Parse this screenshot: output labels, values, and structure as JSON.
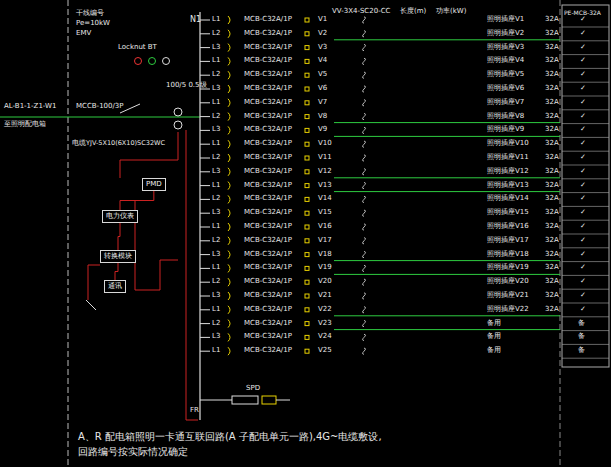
{
  "diagram": {
    "nodes": [
      {
        "text": [
          "PMD"
        ]
      },
      {
        "text": [
          "电力仪表"
        ]
      },
      {
        "text": [
          "转换模块"
        ]
      },
      {
        "text": [
          "通讯"
        ]
      }
    ],
    "edges": [
      {
        "from": 0,
        "to": 1,
        "arrow": "none"
      },
      {
        "from": 1,
        "to": 2,
        "arrow": "none"
      },
      {
        "from": 2,
        "to": 3,
        "arrow": "none"
      }
    ],
    "labels": [
      "干线编号",
      "Pe=10kW",
      "EMV",
      "Locknut BT",
      "N1",
      "AL-B1-1-Z1-W1",
      "至照明配电箱",
      "MCCB-100/3P",
      "100/5 0.5级",
      "电缆YJV-5X10(6X10)SC32WC",
      "SPD",
      "FR",
      "A、R 配电箱照明一卡通互联回路(A 子配电单元一路),4G~电缆敷设,",
      "回路编号按实际情况确定",
      "VV-3X4-SC20-CC",
      "长度(m)",
      "功率(kW)",
      "PE-MCB-32A",
      "L1",
      "MCB-C32A/1P",
      "V1",
      "照明插座V1",
      "32A",
      "✓",
      "L2",
      "MCB-C32A/1P",
      "V2",
      "照明插座V2",
      "32A",
      "✓",
      "L3",
      "MCB-C32A/1P",
      "V3",
      "照明插座V3",
      "32A",
      "✓",
      "L1",
      "MCB-C32A/1P",
      "V4",
      "照明插座V4",
      "32A",
      "✓",
      "L2",
      "MCB-C32A/1P",
      "V5",
      "照明插座V5",
      "32A",
      "✓",
      "L3",
      "MCB-C32A/1P",
      "V6",
      "照明插座V6",
      "32A",
      "✓",
      "L1",
      "MCB-C32A/1P",
      "V7",
      "照明插座V7",
      "32A",
      "✓",
      "L2",
      "MCB-C32A/1P",
      "V8",
      "照明插座V8",
      "32A",
      "✓",
      "L3",
      "MCB-C32A/1P",
      "V9",
      "照明插座V9",
      "32A",
      "✓",
      "L1",
      "MCB-C32A/1P",
      "V10",
      "照明插座V10",
      "32A",
      "✓",
      "L2",
      "MCB-C32A/1P",
      "V11",
      "照明插座V11",
      "32A",
      "✓",
      "L3",
      "MCB-C32A/1P",
      "V12",
      "照明插座V12",
      "32A",
      "✓",
      "L1",
      "MCB-C32A/1P",
      "V13",
      "照明插座V13",
      "32A",
      "✓",
      "L2",
      "MCB-C32A/1P",
      "V14",
      "照明插座V14",
      "32A",
      "✓",
      "L3",
      "MCB-C32A/1P",
      "V15",
      "照明插座V15",
      "32A",
      "✓",
      "L1",
      "MCB-C32A/1P",
      "V16",
      "照明插座V16",
      "32A",
      "✓",
      "L2",
      "MCB-C32A/1P",
      "V17",
      "照明插座V17",
      "32A",
      "✓",
      "L3",
      "MCB-C32A/1P",
      "V18",
      "照明插座V18",
      "32A",
      "✓",
      "L1",
      "MCB-C32A/1P",
      "V19",
      "照明插座V19",
      "32A",
      "✓",
      "L2",
      "MCB-C32A/1P",
      "V20",
      "照明插座V20",
      "32A",
      "✓",
      "L3",
      "MCB-C32A/1P",
      "V21",
      "照明插座V21",
      "32A",
      "✓",
      "L1",
      "MCB-C32A/1P",
      "V22",
      "照明插座V22",
      "32A",
      "✓",
      "L2",
      "MCB-C32A/1P",
      "V23",
      "备用",
      "备",
      "L3",
      "MCB-C32A/1P",
      "V24",
      "备用",
      "备",
      "L1",
      "MCB-C32A/1P",
      "V25",
      "备用",
      "备"
    ]
  }
}
